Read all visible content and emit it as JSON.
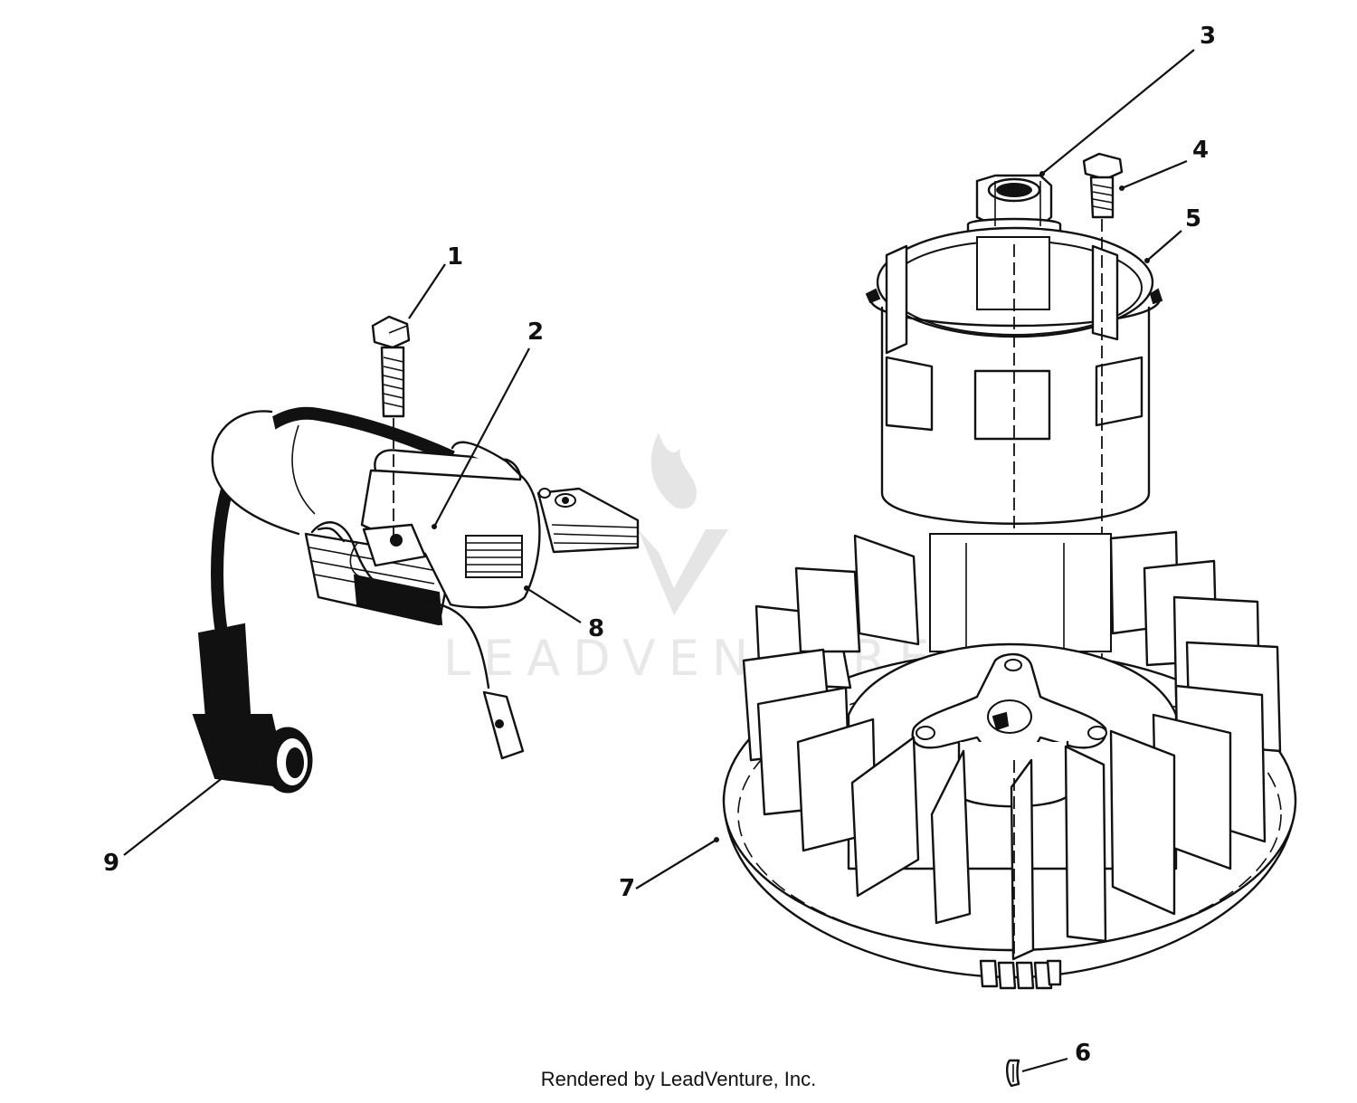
{
  "callouts": {
    "c1": "1",
    "c2": "2",
    "c3": "3",
    "c4": "4",
    "c5": "5",
    "c6": "6",
    "c7": "7",
    "c8": "8",
    "c9": "9"
  },
  "watermark": {
    "text": "LEADVENTURE"
  },
  "footer": {
    "text": "Rendered by LeadVenture, Inc."
  }
}
